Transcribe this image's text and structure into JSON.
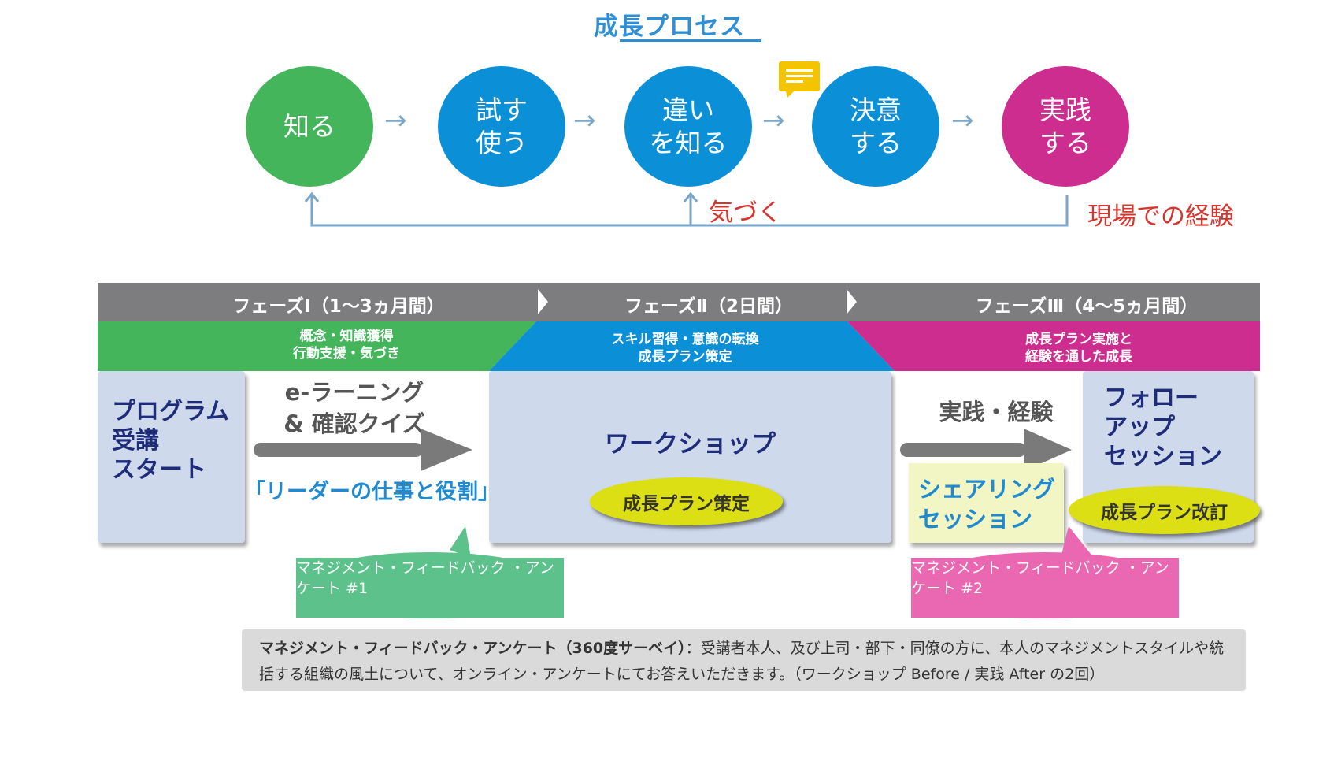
{
  "growth_process": {
    "title": "成長プロセス",
    "steps": [
      "知る",
      "試す\n使う",
      "違い\nを知る",
      "決意\nする",
      "実践\nする"
    ],
    "arrow": "→",
    "return_labels": {
      "notice": "気づく",
      "field_experience": "現場での経験"
    }
  },
  "phases": {
    "headers": [
      "フェーズⅠ（1〜3ヵ月間）",
      "フェーズⅡ（2日間）",
      "フェーズⅢ（4〜5ヵ月間）"
    ],
    "bands": [
      "概念・知識獲得\n行動支援・気づき",
      "スキル習得・意識の転換\n成長プラン策定",
      "成長プラン実施と\n経験を通した成長"
    ],
    "program_start": "プログラム\n受講\nスタート",
    "elearning": "e-ラーニング\n& 確認クイズ",
    "elearning_title": "「リーダーの仕事と役割」",
    "workshop": "ワークショップ",
    "growth_plan": "成長プラン策定",
    "practice": "実践・経験",
    "sharing_session": "シェアリング\nセッション",
    "follow_up": "フォロー\nアップ\nセッション",
    "plan_revision": "成長プラン改訂",
    "survey_1": "マネジメント・フィードバック\n・アンケート #1",
    "survey_2": "マネジメント・フィードバック\n・アンケート #2"
  },
  "note": {
    "bold": "マネジメント・フィードバック・アンケート（360度サーベイ）",
    "text": "：受講者本人、及び上司・部下・同僚の方に、本人のマネジメントスタイルや統括する組織の風土について、オンライン・アンケートにてお答えいただきます。（ワークショップ Before / 実践 After の2回）"
  },
  "colors": {
    "green": "#45b55c",
    "blue": "#0b8fd7",
    "pink": "#cc2d8e",
    "phase_header": "#7d7d7f",
    "box": "#cfd9ec",
    "yellow": "#dcdf13",
    "red": "#d9342b"
  }
}
